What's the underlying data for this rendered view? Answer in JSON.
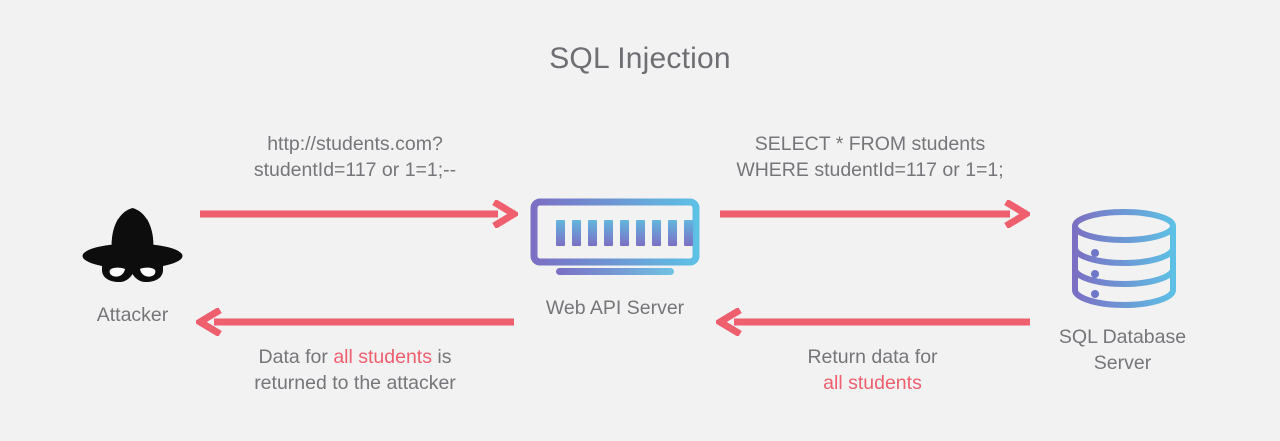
{
  "diagram": {
    "title": "SQL Injection",
    "background_color": "#f2f2f2",
    "accent_color": "#ef5f6e",
    "text_color": "#76767a",
    "icon_gradient_from": "#7b6fc4",
    "icon_gradient_to": "#5ec0e4"
  },
  "nodes": [
    {
      "id": "attacker",
      "label": "Attacker",
      "icon": "incognito-hat-mask-icon"
    },
    {
      "id": "web-api-server",
      "label": "Web API Server",
      "icon": "server-rack-icon"
    },
    {
      "id": "sql-database-server",
      "label_line1": "SQL Database",
      "label_line2": "Server",
      "icon": "database-cylinder-icon"
    }
  ],
  "edges": [
    {
      "id": "attacker-to-server-request",
      "direction": "right",
      "color": "#ef5f6e",
      "label_line1": "http://students.com?",
      "label_line2": "studentId=117 or 1=1;--"
    },
    {
      "id": "server-to-database-query",
      "direction": "right",
      "color": "#ef5f6e",
      "label_line1": "SELECT * FROM students",
      "label_line2": "WHERE studentId=117 or 1=1;"
    },
    {
      "id": "server-to-attacker-response",
      "direction": "left",
      "color": "#ef5f6e",
      "label_line1_prefix": "Data for ",
      "label_line1_highlight": "all students",
      "label_line1_suffix": " is",
      "label_line2": "returned to the attacker"
    },
    {
      "id": "database-to-server-return",
      "direction": "left",
      "color": "#ef5f6e",
      "label_line1": "Return data for",
      "label_line2_highlight": "all students"
    }
  ]
}
